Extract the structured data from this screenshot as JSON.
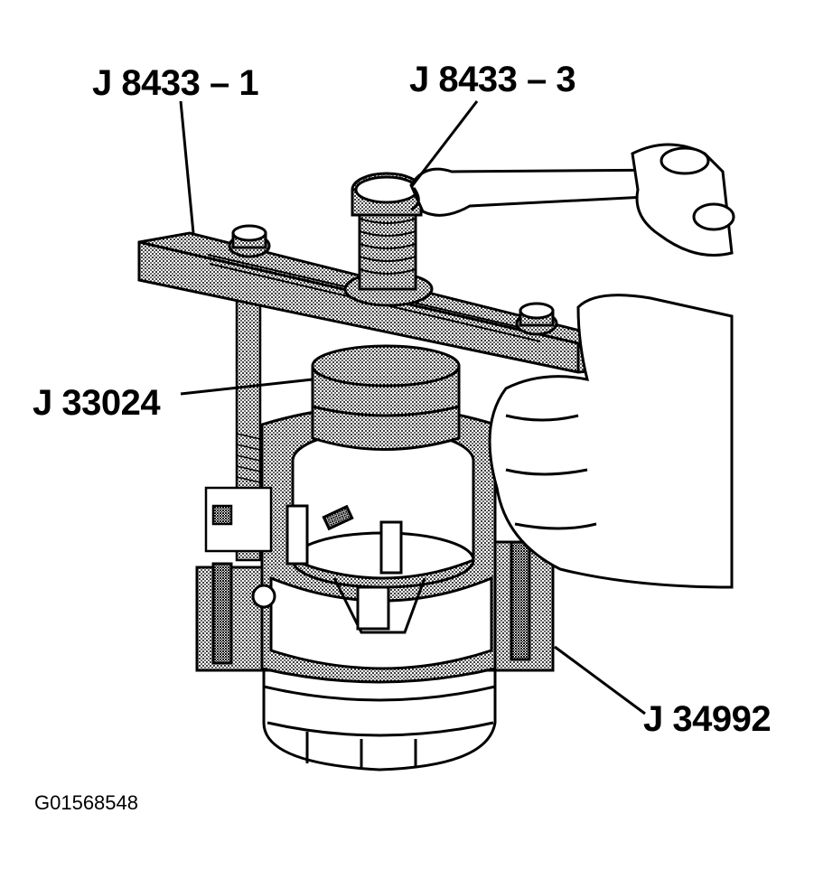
{
  "callouts": {
    "j8433_1": "J 8433 – 1",
    "j8433_3": "J 8433 – 3",
    "j33024": "J 33024",
    "j34992": "J 34992"
  },
  "figure_id": "G01568548",
  "colors": {
    "ink": "#000000",
    "shade": "#9a9a9a",
    "paper": "#ffffff"
  }
}
